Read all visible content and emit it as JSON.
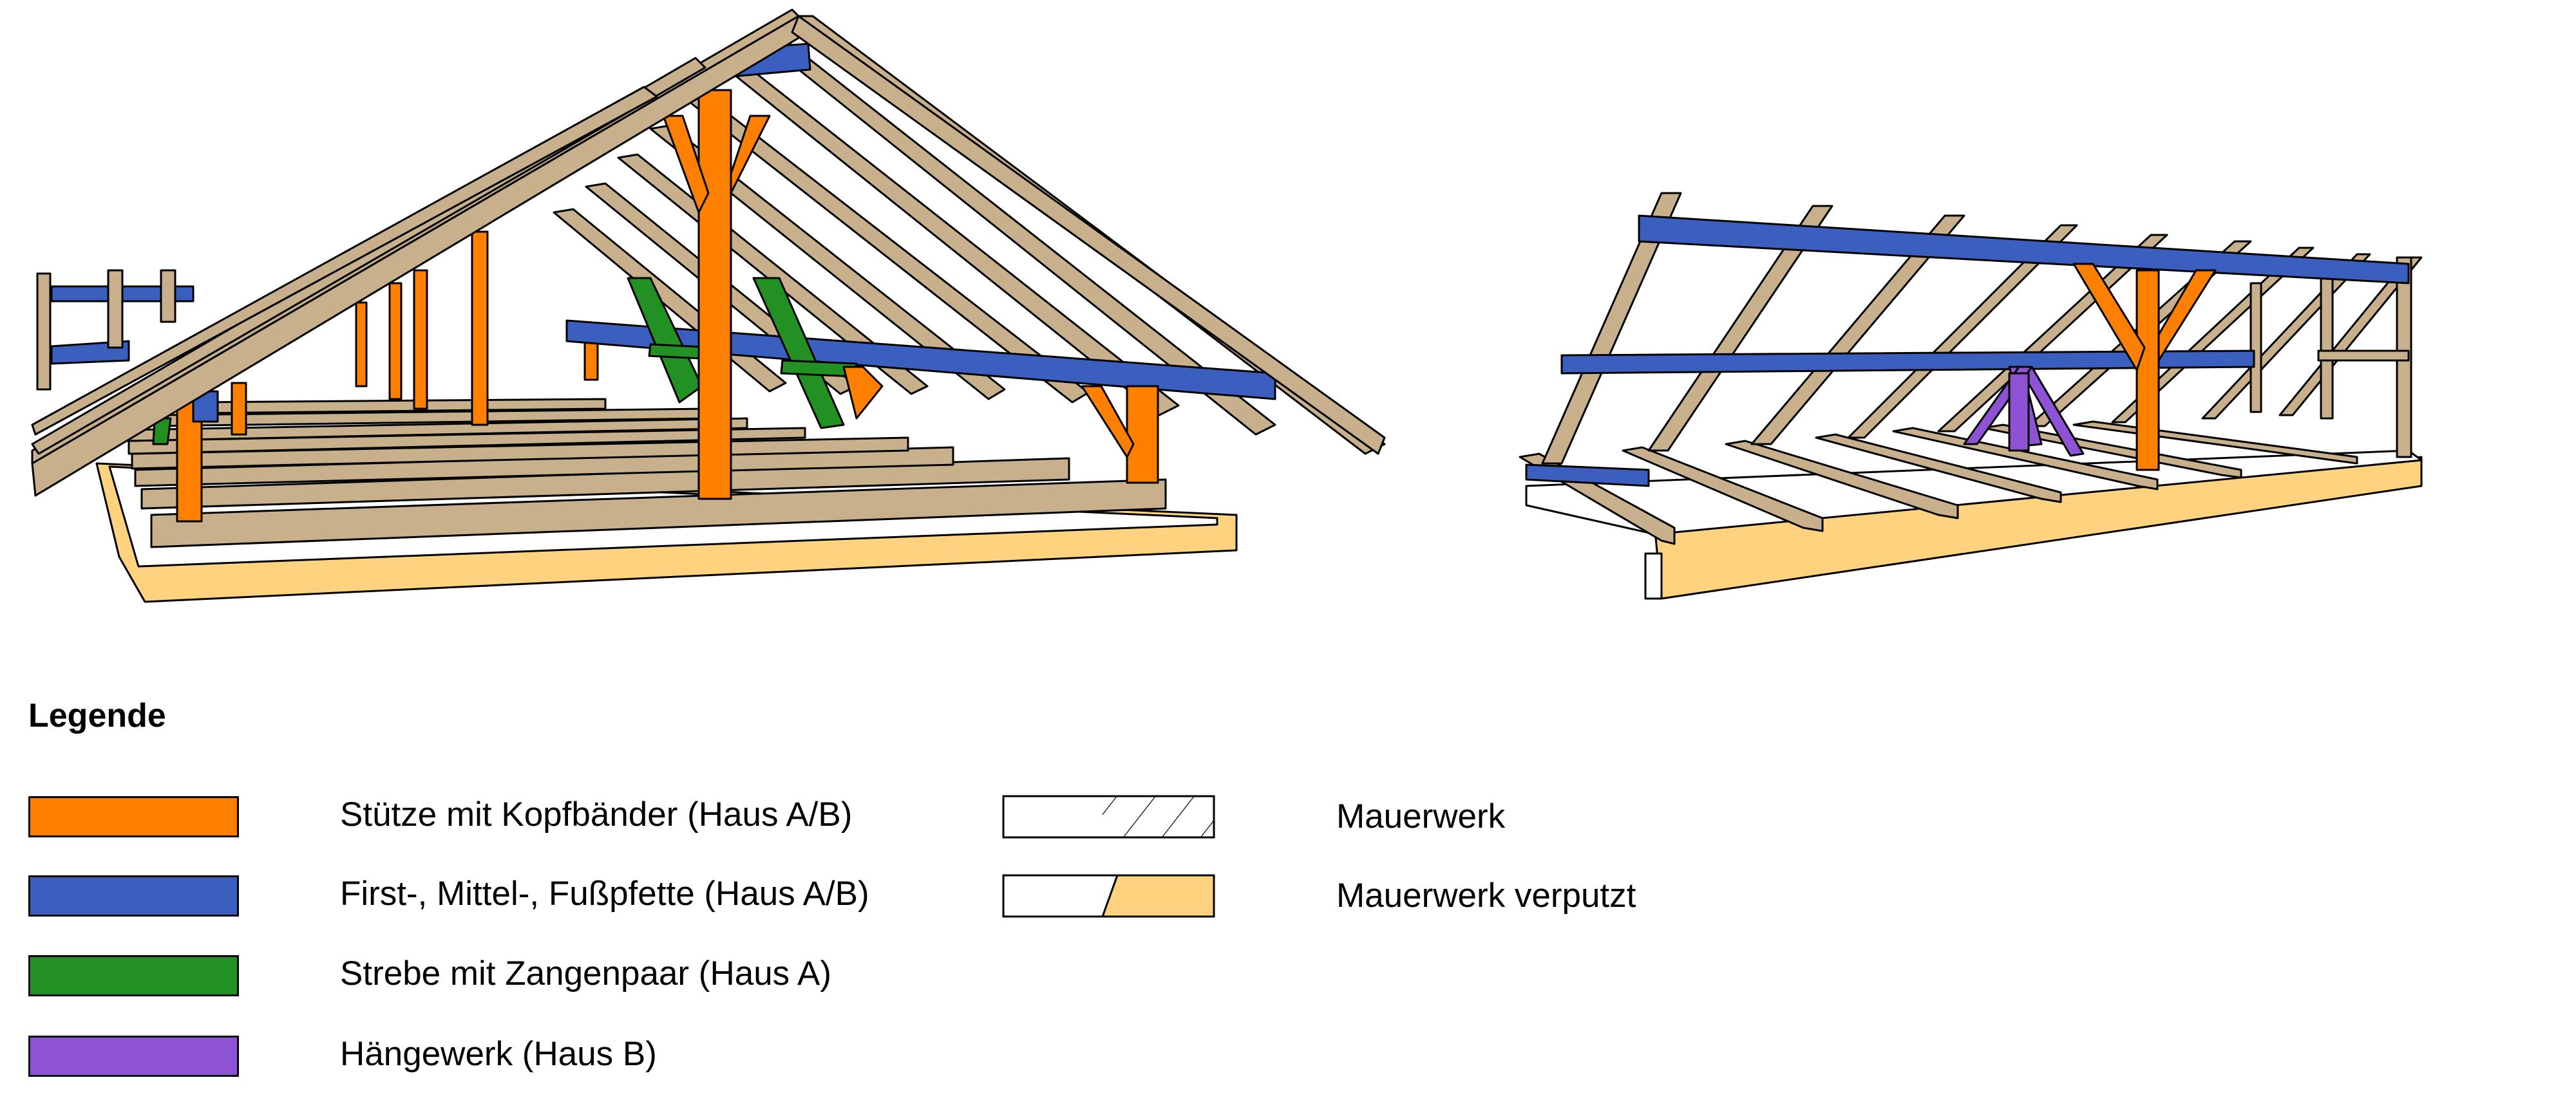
{
  "legend": {
    "title": "Legende",
    "items": [
      {
        "label": "Stütze mit Kopfbänder (Haus A/B)",
        "color": "#ff7f00"
      },
      {
        "label": "First-, Mittel-, Fußpfette (Haus A/B)",
        "color": "#3b5fbf"
      },
      {
        "label": "Strebe mit Zangenpaar (Haus A)",
        "color": "#239023"
      },
      {
        "label": "Hängewerk (Haus B)",
        "color": "#8e52d4"
      }
    ],
    "material_items": [
      {
        "label": "Mauerwerk",
        "pattern": "hatched"
      },
      {
        "label": "Mauerwerk verputzt",
        "color": "#ffd27f"
      }
    ]
  },
  "colors": {
    "timber": "#c8b08c",
    "timber_dark": "#a88e68",
    "plaster": "#ffd27f",
    "stuetze": "#ff7f00",
    "pfette": "#3b5fbf",
    "strebe": "#239023",
    "haengewerk": "#8e52d4"
  }
}
